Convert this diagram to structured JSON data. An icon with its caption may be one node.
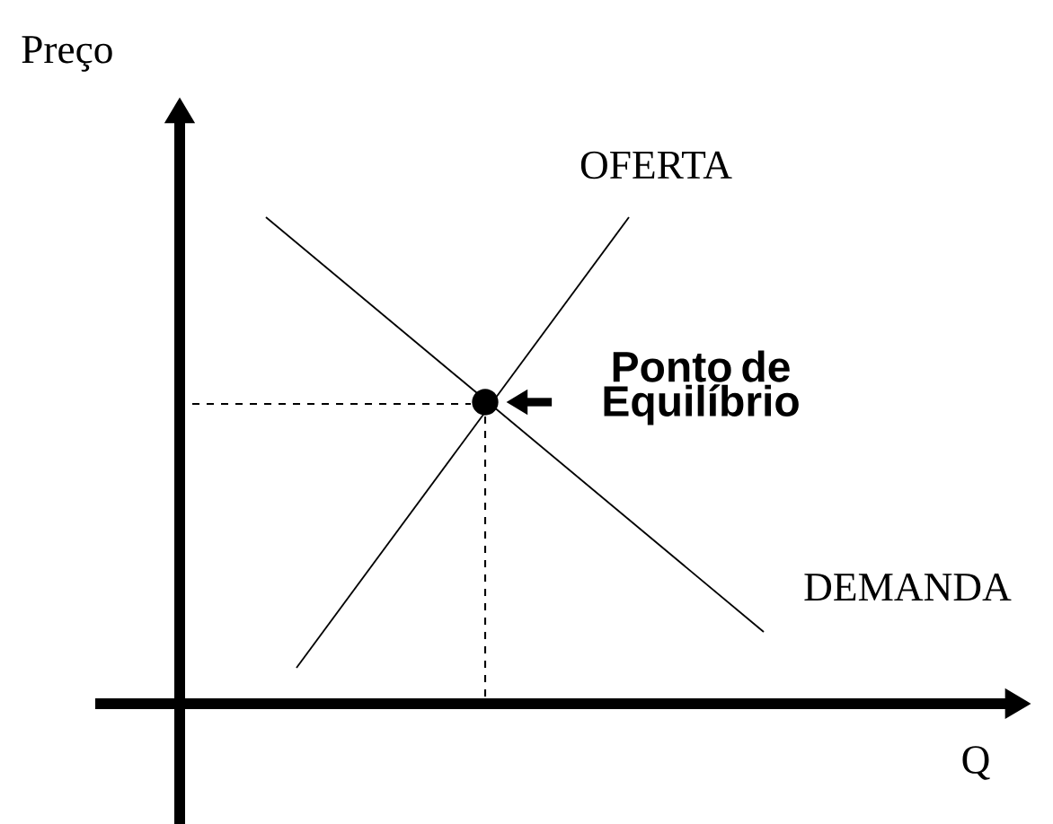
{
  "diagram": {
    "nodes": [
      {
        "text": [
          "Ponto de Equilíbrio"
        ]
      },
      {
        "text": [],
        "shape": "circle"
      }
    ],
    "edges": [
      {
        "from": 0,
        "to": 1,
        "arrow": "to"
      }
    ],
    "labels": [
      "Preço",
      "OFERTA",
      "DEMANDA",
      "Q"
    ]
  }
}
